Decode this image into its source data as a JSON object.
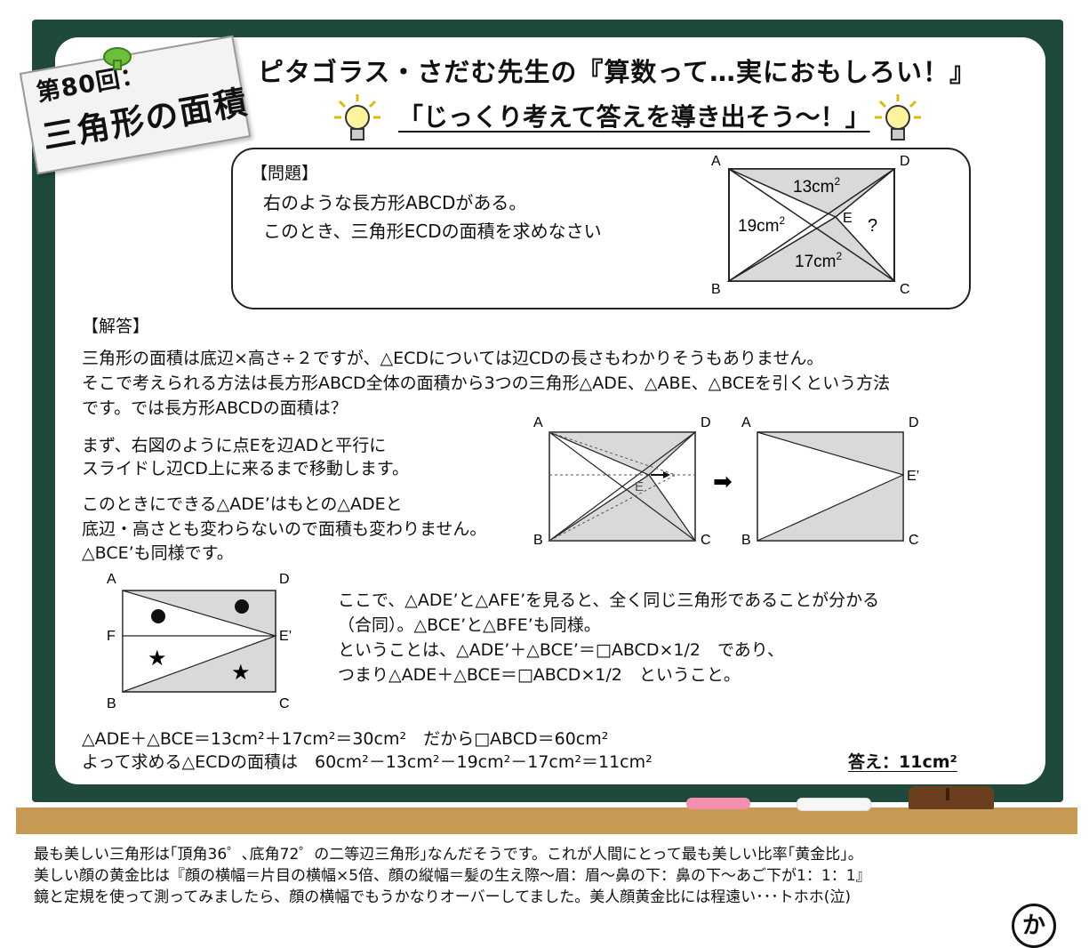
{
  "badge": {
    "line1": "第80回：",
    "line2": "三角形の面積"
  },
  "header": {
    "title": "ピタゴラス・さだむ先生の『算数って…実におもしろい！』",
    "subtitle": "「じっくり考えて答えを導き出そう～！」"
  },
  "problem": {
    "label": "【問題】",
    "line1": "右のような長方形ABCDがある。",
    "line2": "このとき、三角形ECDの面積を求めなさい",
    "diagram": {
      "A": "A",
      "B": "B",
      "C": "C",
      "D": "D",
      "E": "E",
      "area_top_num": "13cm",
      "area_left_num": "19cm",
      "area_bottom_num": "17cm",
      "sq": "2",
      "unknown": "?"
    }
  },
  "solution": {
    "label": "【解答】",
    "intro1": "三角形の面積は底辺×高さ÷２ですが、△ECDについては辺CDの長さもわかりそうもありません。",
    "intro2": "そこで考えられる方法は長方形ABCD全体の面積から3つの三角形△ADE、△ABE、△BCEを引くという方法",
    "intro3": "です。では長方形ABCDの面積は？",
    "step1a": "まず、右図のように点Eを辺ADと平行に",
    "step1b": "スライドし辺CD上に来るまで移動します。",
    "step2a": "このときにできる△ADE’はもとの△ADEと",
    "step2b": "底辺・高さとも変わらないので面積も変わりません。",
    "step2c": "△BCE’も同様です。",
    "fig2": {
      "A": "A",
      "B": "B",
      "C": "C",
      "D": "D",
      "E": "E",
      "A2": "A",
      "B2": "B",
      "C2": "C",
      "D2": "D",
      "E2": "E’",
      "arrow": "➡"
    },
    "fig3": {
      "A": "A",
      "B": "B",
      "C": "C",
      "D": "D",
      "F": "F",
      "E": "E’"
    },
    "step3a": "ここで、△ADE’と△AFE’を見ると、全く同じ三角形であることが分かる",
    "step3b": "（合同）。△BCE’と△BFE’も同様。",
    "step3c": "ということは、△ADE’＋△BCE’＝□ABCD×1/2　であり、",
    "step3d": "つまり△ADE＋△BCE＝□ABCD×1/2　ということ。",
    "calc1": "△ADE＋△BCE＝13cm²＋17cm²＝30cm²　だから□ABCD＝60cm²",
    "calc2": "よって求める△ECDの面積は　60cm²－13cm²－19cm²－17cm²＝11cm²",
    "answer": "答え：11cm²"
  },
  "footer": {
    "line1": "最も美しい三角形は｢頂角36゜､底角72゜の二等辺三角形｣なんだそうです。これが人間にとって最も美しい比率｢黄金比｣。",
    "line2": "美しい顔の黄金比は『顔の横幅＝片目の横幅×5倍、顔の縦幅＝髪の生え際～眉：眉～鼻の下：鼻の下～あご下が1：1：1』",
    "line3": "鏡と定規を使って測ってみましたら、顔の横幅でもうかなりオーバーしてました。美人顔黄金比には程遠い･･･トホホ(泣)",
    "signature": "か"
  },
  "colors": {
    "board": "#1f4a3b",
    "ledge": "#c79a54",
    "shade": "#d9d9d9",
    "pin": "#6bbf3a"
  }
}
